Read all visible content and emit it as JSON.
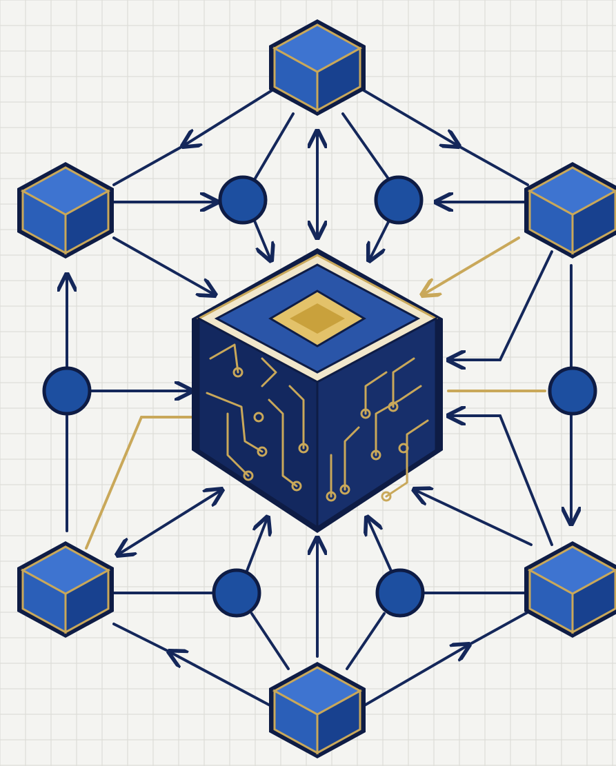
{
  "colors": {
    "background": "#f4f4f1",
    "grid": "#d9d9d4",
    "line": "#14275a",
    "gold": "#c9a85a",
    "node_fill": "#1d4fa0",
    "node_outline": "#0e1c45",
    "cube_top": "#3e74d0",
    "cube_left": "#2b5fb8",
    "cube_right": "#18418f",
    "core_dark": "#13285f",
    "core_top": "#2a55a8"
  },
  "diagram": {
    "central_node": {
      "name": "core-processor-cube",
      "icon": "chip-cube-icon"
    },
    "peripheral_nodes": [
      {
        "name": "cube-node-top",
        "icon": "cube-icon"
      },
      {
        "name": "cube-node-upper-left",
        "icon": "cube-icon"
      },
      {
        "name": "cube-node-upper-right",
        "icon": "cube-icon"
      },
      {
        "name": "cube-node-lower-left",
        "icon": "cube-icon"
      },
      {
        "name": "cube-node-lower-right",
        "icon": "cube-icon"
      },
      {
        "name": "cube-node-bottom",
        "icon": "cube-icon"
      }
    ],
    "junction_nodes": [
      {
        "name": "junction-upper-left",
        "icon": "circle-node-icon"
      },
      {
        "name": "junction-upper-right",
        "icon": "circle-node-icon"
      },
      {
        "name": "junction-mid-left",
        "icon": "circle-node-icon"
      },
      {
        "name": "junction-mid-right",
        "icon": "circle-node-icon"
      },
      {
        "name": "junction-lower-left",
        "icon": "circle-node-icon"
      },
      {
        "name": "junction-lower-right",
        "icon": "circle-node-icon"
      }
    ]
  }
}
